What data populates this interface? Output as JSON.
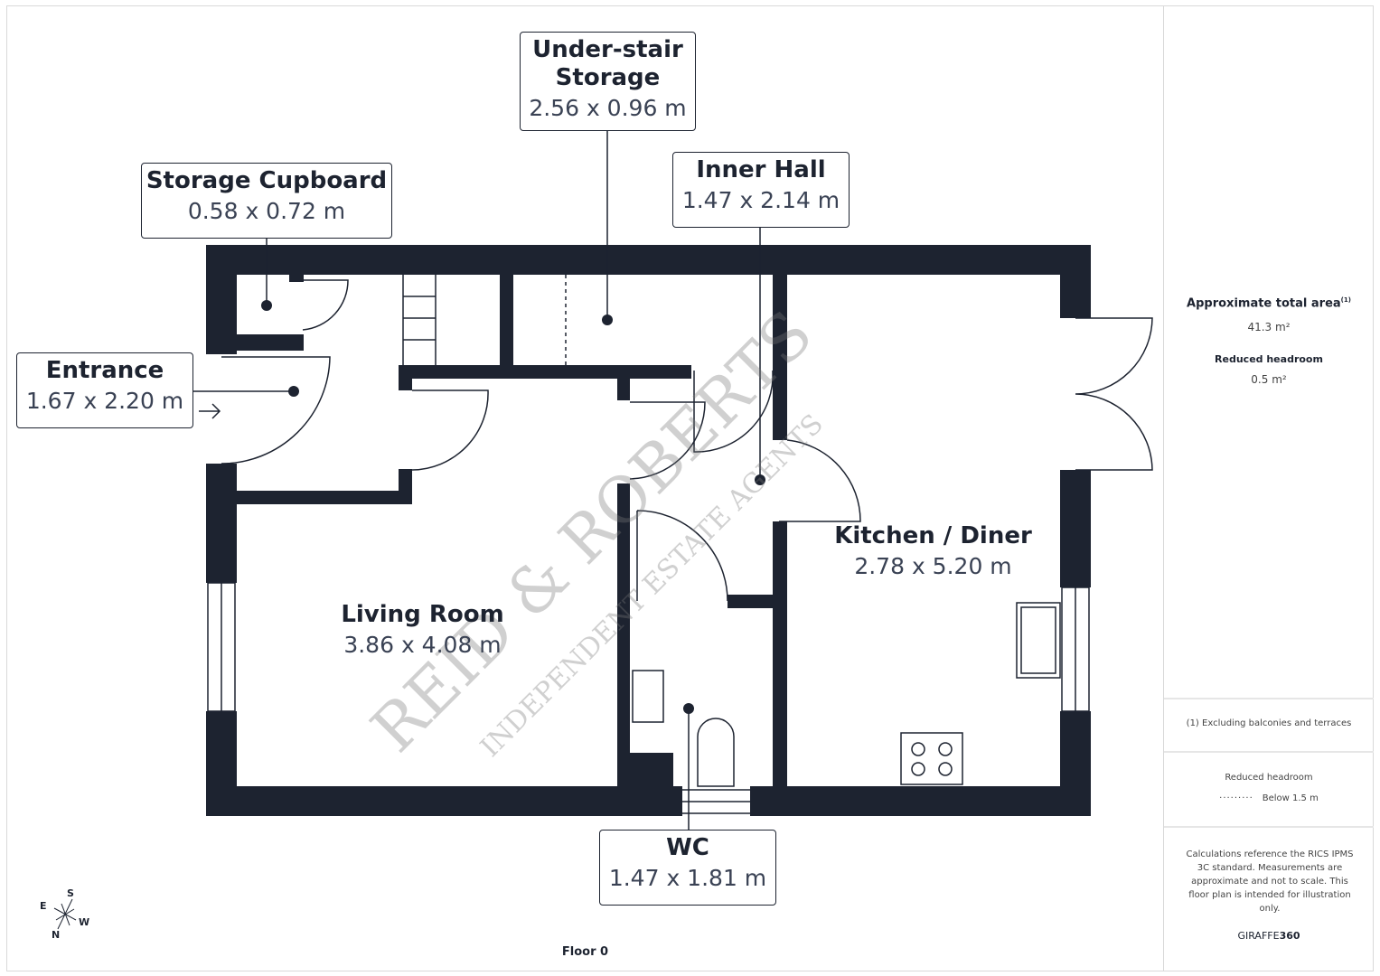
{
  "rooms": {
    "under_stair": {
      "name": "Under-stair Storage",
      "name_line1": "Under-stair",
      "name_line2": "Storage",
      "dims": "2.56 x 0.96 m"
    },
    "storage_cupboard": {
      "name": "Storage Cupboard",
      "dims": "0.58 x 0.72 m"
    },
    "inner_hall": {
      "name": "Inner Hall",
      "dims": "1.47 x 2.14 m"
    },
    "entrance": {
      "name": "Entrance",
      "dims": "1.67 x 2.20 m"
    },
    "kitchen": {
      "name": "Kitchen / Diner",
      "dims": "2.78 x 5.20 m"
    },
    "living": {
      "name": "Living Room",
      "dims": "3.86 x 4.08 m"
    },
    "wc": {
      "name": "WC",
      "dims": "1.47 x 1.81 m"
    }
  },
  "floor_label": "Floor 0",
  "compass": {
    "n": "N",
    "s": "S",
    "e": "E",
    "w": "W"
  },
  "watermark": {
    "brand": "REID & ROBERTS",
    "tagline": "INDEPENDENT ESTATE AGENTS"
  },
  "sidebar": {
    "total_area_label": "Approximate total area",
    "total_area_sup": "(1)",
    "total_area_value": "41.3 m²",
    "reduced_headroom_label": "Reduced headroom",
    "reduced_headroom_value": "0.5 m²",
    "footnote": "(1) Excluding balconies and terraces",
    "legend_title": "Reduced headroom",
    "legend_item": "Below 1.5 m",
    "disclaimer": "Calculations reference the RICS IPMS 3C standard. Measurements are approximate and not to scale. This floor plan is intended for illustration only.",
    "brand_a": "GIRAFFE",
    "brand_b": "360"
  },
  "colors": {
    "wall": "#1d2330",
    "watermark": "#d98a8a"
  }
}
